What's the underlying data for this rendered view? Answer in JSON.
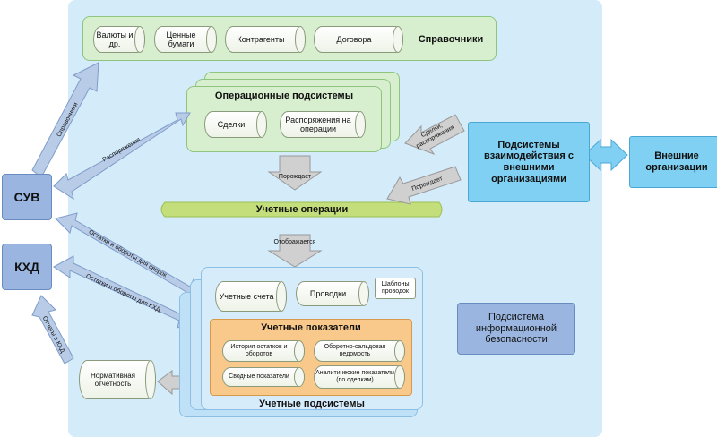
{
  "reference": {
    "items": [
      "Валюты и др.",
      "Ценные бумаги",
      "Контрагенты",
      "Договора"
    ],
    "title": "Справочники"
  },
  "operational": {
    "title": "Операционные подсистемы",
    "items": [
      "Сделки",
      "Распоряжения на операции"
    ]
  },
  "arrows": {
    "generates": "Порождает",
    "reflects": "Отображается",
    "deals_orders": "Сделки, распоряжения",
    "generates_right": "Порождает",
    "references": "Справочники",
    "orders": "Распоряжения",
    "balances_reconcile": "Остатки и обороты для сверок",
    "balances_kxd": "Остатки и обороты для КХД",
    "reports_kxd": "Отчеты в КХД"
  },
  "accounting_ops": "Учетные операции",
  "interaction": "Подсистемы взаимодействия с внешними организациями",
  "external": "Внешние организации",
  "security": "Подсистема информационной безопасности",
  "suv": "СУВ",
  "kxd": "КХД",
  "accounting": {
    "title": "Учетные подсистемы",
    "accounts": "Учетные счета",
    "postings": "Проводки",
    "templates": "Шаблоны проводок",
    "indicators_title": "Учетные показатели",
    "indicators": [
      "История остатков и оборотов",
      "Оборотно-сальдовая ведомость",
      "Сводные показатели",
      "Аналитические показатели (по сделкам)"
    ]
  },
  "reporting": "Нормативная отчетность",
  "colors": {
    "main_panel": "#d4ebfa",
    "green_panel": "#d7efcf",
    "accent_blue": "#9ab6e0",
    "accent_cyan": "#7fd0f3",
    "indicators_orange": "#f8c98a",
    "accounting_ops_band": "#c3de7a"
  }
}
